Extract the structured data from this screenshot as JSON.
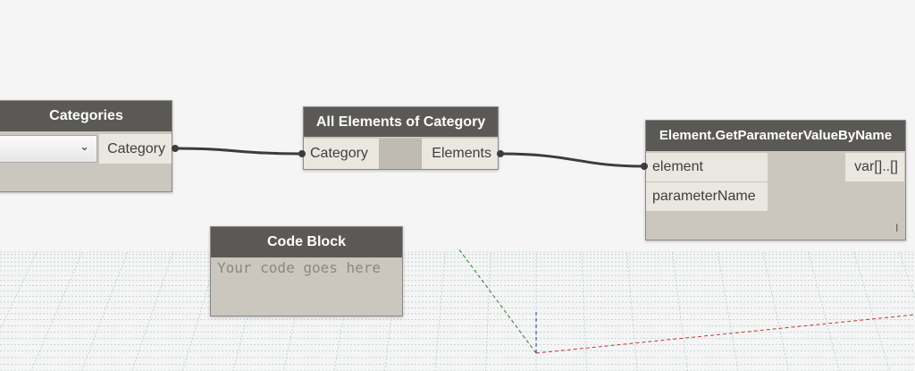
{
  "nodes": {
    "categories": {
      "title": "Categories",
      "dropdown_value": "",
      "output": "Category"
    },
    "all_elements": {
      "title": "All Elements of Category",
      "input": "Category",
      "output": "Elements"
    },
    "get_param": {
      "title": "Element.GetParameterValueByName",
      "inputs": [
        "element",
        "parameterName"
      ],
      "output": "var[]..[]",
      "lacing_mark": "l"
    },
    "code_block": {
      "title": "Code Block",
      "placeholder": "Your code goes here"
    }
  },
  "colors": {
    "node_header": "#5b5955",
    "node_body": "#cbc6be",
    "port_bg": "#eae7e1",
    "wire": "#3c3c3c",
    "background": "#f5f5f5",
    "grid": "#a9c0c3",
    "axis_x": "#c0392b",
    "axis_y": "#2e7d32",
    "axis_z": "#1f3a93"
  }
}
